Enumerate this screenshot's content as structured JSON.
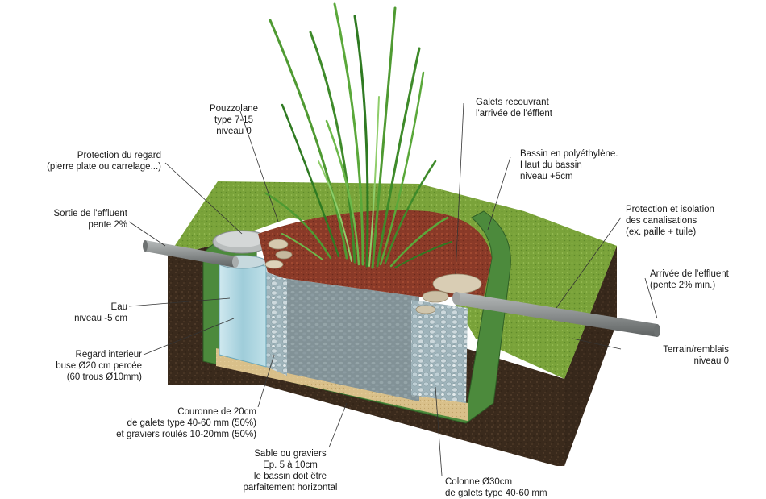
{
  "diagram": {
    "labels": {
      "pouzzolane": [
        "Pouzzolane",
        "type 7-15",
        "niveau 0"
      ],
      "galets_recouvrant": [
        "Galets recouvrant",
        "l'arrivée de l'éfflent"
      ],
      "protection_regard": [
        "Protection du regard",
        "(pierre plate ou carrelage...)"
      ],
      "bassin": [
        "Bassin en polyéthylène.",
        "Haut du bassin",
        "niveau +5cm"
      ],
      "sortie": [
        "Sortie de l'effluent",
        "pente 2%"
      ],
      "protection_isolation": [
        "Protection et isolation",
        "des canalisations",
        "(ex. paille + tuile)"
      ],
      "arrivee": [
        "Arrivée de l'effluent",
        "(pente 2% min.)"
      ],
      "eau": [
        "Eau",
        "niveau -5 cm"
      ],
      "regard": [
        "Regard interieur",
        "buse Ø20 cm percée",
        "(60 trous Ø10mm)"
      ],
      "terrain": [
        "Terrain/remblais",
        "niveau 0"
      ],
      "couronne": [
        "Couronne de 20cm",
        "de galets type 40-60 mm (50%)",
        "et graviers roulés 10-20mm (50%)"
      ],
      "sable": [
        "Sable ou graviers",
        "Ep. 5 à 10cm",
        "le bassin doit être",
        "parfaitement horizontal"
      ],
      "colonne": [
        "Colonne Ø30cm",
        "de galets type 40-60 mm"
      ]
    },
    "colors": {
      "grass": "#7aa33a",
      "soil": "#3a2a1c",
      "liner": "#4c8a3c",
      "pozzolan": "#8a3a28",
      "water": "#a9d3e0",
      "gravel": "#b9c9cf",
      "sand": "#d9c08a",
      "pipe": "#8c9090",
      "reeds": "#3e8a2a"
    }
  }
}
